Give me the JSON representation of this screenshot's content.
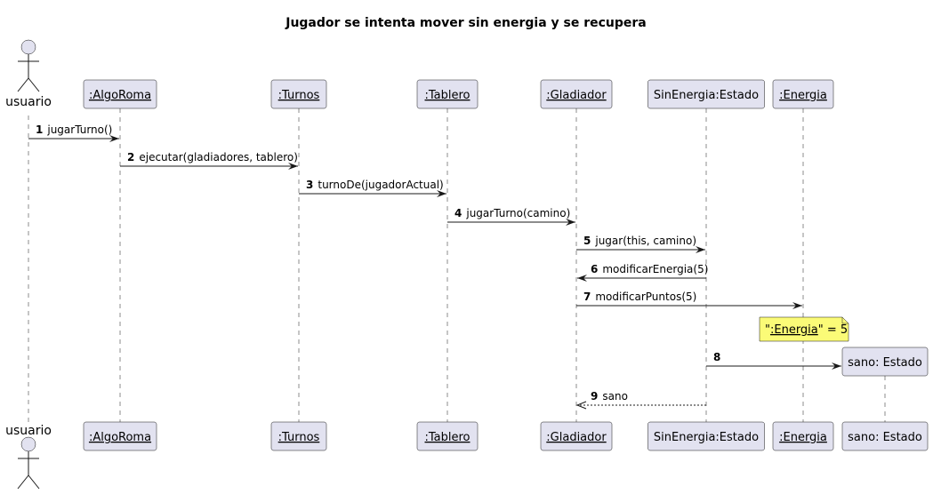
{
  "title": "Jugador se intenta mover sin energia y se recupera",
  "actor": {
    "label": "usuario"
  },
  "participants": [
    {
      "id": "algoroma",
      "label": ":AlgoRoma",
      "underline": true
    },
    {
      "id": "turnos",
      "label": ":Turnos",
      "underline": true
    },
    {
      "id": "tablero",
      "label": ":Tablero",
      "underline": true
    },
    {
      "id": "gladiador",
      "label": ":Gladiador",
      "underline": true
    },
    {
      "id": "sinenergia",
      "label": "SinEnergia:Estado",
      "underline": false
    },
    {
      "id": "energia",
      "label": ":Energia",
      "underline": true
    },
    {
      "id": "sano",
      "label": "sano: Estado",
      "underline": false,
      "created": true
    }
  ],
  "messages": [
    {
      "num": "1",
      "label": "jugarTurno()",
      "from": "usuario",
      "to": "algoroma",
      "type": "sync"
    },
    {
      "num": "2",
      "label": "ejecutar(gladiadores, tablero)",
      "from": "algoroma",
      "to": "turnos",
      "type": "sync"
    },
    {
      "num": "3",
      "label": "turnoDe(jugadorActual)",
      "from": "turnos",
      "to": "tablero",
      "type": "sync"
    },
    {
      "num": "4",
      "label": "jugarTurno(camino)",
      "from": "tablero",
      "to": "gladiador",
      "type": "sync"
    },
    {
      "num": "5",
      "label": "jugar(this, camino)",
      "from": "gladiador",
      "to": "sinenergia",
      "type": "sync"
    },
    {
      "num": "6",
      "label": "modificarEnergia(5)",
      "from": "sinenergia",
      "to": "gladiador",
      "type": "sync"
    },
    {
      "num": "7",
      "label": "modificarPuntos(5)",
      "from": "gladiador",
      "to": "energia",
      "type": "sync"
    },
    {
      "num": "8",
      "label": "",
      "from": "sinenergia",
      "to": "sano",
      "type": "create"
    },
    {
      "num": "9",
      "label": "sano",
      "from": "sinenergia",
      "to": "gladiador",
      "type": "return"
    }
  ],
  "note": {
    "prefix": "\"",
    "link": ":Energia",
    "suffix": "\" = 5"
  }
}
